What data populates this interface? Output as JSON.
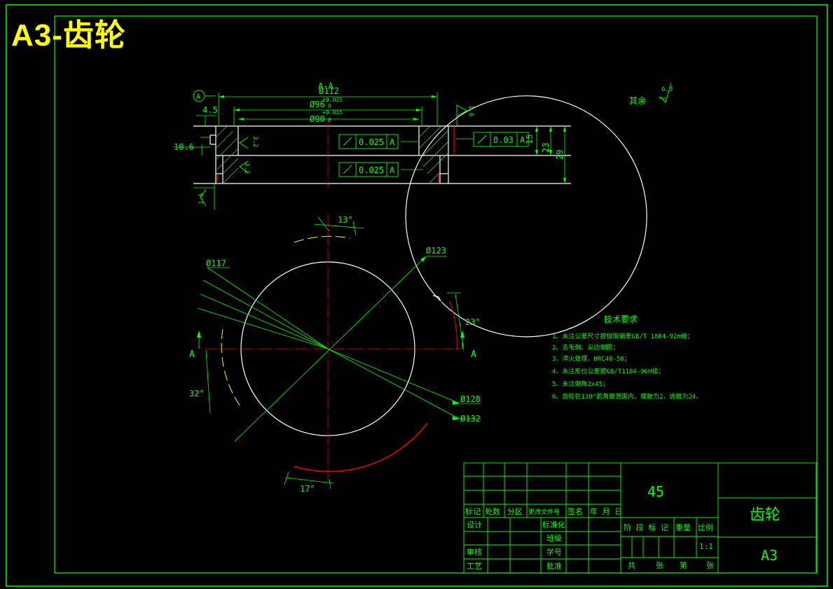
{
  "banner": "A3-齿轮",
  "colors": {
    "line": "#00ff00",
    "white": "#ffffff",
    "red": "#ff0000",
    "yellow": "#ffff00",
    "background": "#000000"
  },
  "section": {
    "label": "A-A",
    "datum": "A",
    "dims": {
      "d112": "Ø112",
      "d96": "Ø96",
      "d96_tol_upper": "+0.035",
      "d96_tol_lower": "0",
      "d90": "Ø90",
      "d90_tol_upper": "+0.035",
      "d90_tol_lower": "0",
      "w45": "4.5",
      "h106": "10.6",
      "h15": "15",
      "h23": "23",
      "h29": "29"
    },
    "tolerances": [
      {
        "symbol": "⌰",
        "value": "0.025",
        "datum": "A"
      },
      {
        "symbol": "⌰",
        "value": "0.025",
        "datum": "A"
      },
      {
        "symbol": "⌰",
        "value": "0.03",
        "datum": "A"
      }
    ],
    "roughness": [
      "1.6",
      "3.2",
      "3.2",
      "1.6"
    ]
  },
  "other_roughness": {
    "label": "其余",
    "value": "6.3"
  },
  "plan": {
    "section_mark": "A",
    "dims": {
      "d123": "Ø123",
      "d117": "Ø117",
      "d128": "Ø128",
      "d132": "Ø132"
    },
    "angles": {
      "a13": "13°",
      "a23": "23°",
      "a32": "32°",
      "a17": "17°"
    }
  },
  "tech": {
    "title": "技术要求",
    "items": [
      "1、未注公差尺寸按极限偏差GB/T 1804-92m级；",
      "2、去毛刺、尖边倒圆；",
      "3、淬火处理，HRC40-50；",
      "4、未注形位公差按GB/T1184-96H级；",
      "5、未注倒角2x45；",
      "6、齿轮在130°的角度范围内，模数为2，齿数为24。"
    ]
  },
  "titleblock": {
    "material": "45",
    "name": "齿轮",
    "size": "A3",
    "header": [
      "标记",
      "处数",
      "分区",
      "更改文件号",
      "签名",
      "年 月 日"
    ],
    "left_labels": [
      "设计",
      "审核",
      "工艺"
    ],
    "mid_labels": [
      "标准化",
      "班级",
      "学号",
      "批准"
    ],
    "stage_headers": [
      "阶 段 标 记",
      "重量",
      "比例"
    ],
    "scale": "1:1",
    "sheet": [
      "共",
      "张",
      "第",
      "张"
    ]
  }
}
